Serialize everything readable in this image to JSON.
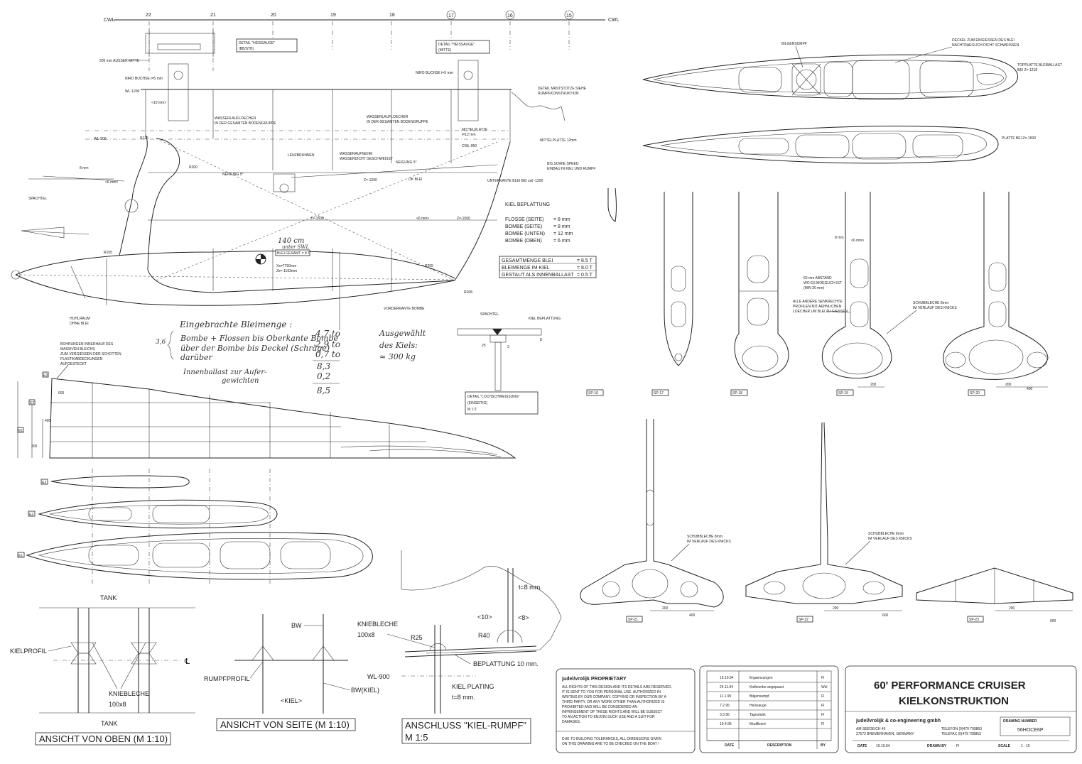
{
  "grid": {
    "cwl": "CWL",
    "stations": [
      "22",
      "21",
      "20",
      "19",
      "18",
      "17",
      "16",
      "15"
    ]
  },
  "details": {
    "heissauge_bbstb_1": "DETAIL \"HEISSAUGE\"",
    "heissauge_bbstb_2": "(BB/STB)",
    "heissauge_mitte_1": "DETAIL \"HEISSAUGE\"",
    "heissauge_mitte_2": "(MITTE)",
    "lochschweissung_1": "DETAIL \"LOCHSCHWEISSUNG\"",
    "lochschweissung_2": "(EINSEITIG)",
    "lochschweissung_3": "M 1:2"
  },
  "side_labels": {
    "aussermitte": "200 mm AUSSER MITTE",
    "wl1200": "WL-1200",
    "wl900": "WL-900",
    "r125": "R125",
    "r200": "R200",
    "r105": "R105",
    "r205": "R205",
    "r208": "R208",
    "spachtel": "SPACHTEL",
    "hohlraum_1": "HOHLRAUM",
    "hohlraum_2": "OHNE BLEI",
    "wasserlauf_left_1": "WASSERLAUFLOECHER",
    "wasserlauf_left_2": "IN DER GESAMTEN BODENGRUPPE",
    "wasserlauf_mid_1": "WASSERLAUFLOECHER",
    "wasserlauf_mid_2": "IN DER GESAMTEN BODENGRUPPE",
    "lenzbrunnen": "LENZBRUNNEN",
    "wasseraufnehmer_1": "WASSERAUFNEHM",
    "wasseraufnehmer_2": "WASSERDICHT GESCHWEISST",
    "neigung_1": "NEIGUNG 5°",
    "neigung_2": "NEIGUNG 5°",
    "ok_blei": "OK BLEI",
    "unterkante_blei": "UNTERKANTE BLEI BEI cwl -1200",
    "vorderkante_bombe": "VORDERKANTE BOMBE",
    "mittelplatte": "MITTELPLATTE",
    "mittelplatte_dim": "t=12 mm",
    "mittelplatte_2": "MITTELPLATTE 12mm",
    "cwl950": "CWL-950",
    "mastst_1": "DETAIL MASTSTÜTZE SIEHE",
    "mastst_2": "RUMPFKONSTRUKTION",
    "bis_speed_1": "BIS SOWIE SPEED",
    "bis_speed_2": "EINBAU IN KIEL UND RUMPF",
    "z1500_a": "Z=-1500",
    "z1500_b": "Z=-1500",
    "z1200": "Z=-1200",
    "gewicht_1": "Xs=7750mm",
    "gewicht_2": "Zs=-1163mm",
    "blei_gesamt": "BLEI GESAMT = 8 T",
    "nirobuchse_1": "NIRO BUCHSE t=5 mm",
    "nirobuchse_2": "NIRO BUCHSE t=5 mm",
    "dim_8mm": "8 mm",
    "dim_6mm": "<6 mm>",
    "dim_10mm": "<10 mm>"
  },
  "kiel_beplattung": {
    "title": "KIEL BEPLATTUNG",
    "rows": [
      {
        "label": "FLOSSE (SEITE)",
        "value": "= 8 mm"
      },
      {
        "label": "BOMBE (SEITE)",
        "value": "= 8 mm"
      },
      {
        "label": "BOMBE (UNTEN)",
        "value": "= 12 mm"
      },
      {
        "label": "BOMBE (OBEN)",
        "value": "= 6 mm"
      }
    ]
  },
  "blei_table": {
    "rows": [
      {
        "label": "GESAMTMENGE BLEI",
        "value": "= 8.5 T"
      },
      {
        "label": "BLEIMENGE IM KIEL",
        "value": "= 8.0 T"
      },
      {
        "label": "GESTAUT ALS INNENBALLAST",
        "value": "= 0.5 T"
      }
    ]
  },
  "handwritten": {
    "marker_note_1": "140 cm",
    "marker_note_2": "unter SWL",
    "title": "Eingebrachte Bleimenge :",
    "line1": "Bombe + Flossen bis Oberkante Bombe",
    "line2": "über der Bombe bis Deckel (Schräge)",
    "line3": "darüber",
    "brace_num": "3,6",
    "val1": "4,7 to",
    "val2": "2,9 to",
    "val3": "0,7 to",
    "sum": "8,3",
    "innen_val": "0,2",
    "total": "8,5",
    "innen_1": "Innenballast zur Aufer-",
    "innen_2": "gewichten",
    "aus_1": "Ausgewählt",
    "aus_2": "des Kiels:",
    "aus_3": "≈ 300 kg"
  },
  "profile_section": {
    "note_1": "BOHRUNGEN INNERHALB DES",
    "note_2": "MASSIVEN BLEICHS",
    "note_3": "ZUM VERGIESSEN DER SCHOTTEN",
    "note_4": "PLASTIKABDECKUNGEN",
    "note_5": "AUFGESTECKT",
    "wl_a": "E3",
    "wl_b": "E2",
    "wl_c": "E1",
    "dim_a": "600",
    "dim_b": "400",
    "dim_c": "200",
    "sec_e3": "E3",
    "sec_e2": "E2",
    "sec_e1": "E1"
  },
  "top_profiles": {
    "bilgensumpf": "BILGENSUMPF",
    "deckel_1": "DECKEL ZUM EINGIESSEN DES BLEI",
    "deckel_2": "NACHTRAEGLICH DICHT SCHWEISSEN",
    "topplatte_1": "TOPPLATTE BLEIBALLAST",
    "topplatte_2": "BEI Z=-1218",
    "platte": "PLATTE BEI Z=-1500"
  },
  "sections_row1": {
    "labels": [
      "SP-16",
      "SP-17",
      "SP-18",
      "SP-19",
      "SP-20"
    ],
    "note_abstand_1": "60 mm ABSTAND",
    "note_abstand_2": "WO ES MOEGLICH IST",
    "note_abstand_3": "(MIN 30 mm)",
    "note_alle_1": "ALLE ANDERE SENKRECHTE",
    "note_alle_2": "PROFILEN MIT AEHNLICHEN",
    "note_alle_3": "LOECHER UM BLEI ZU GIESSEN",
    "note_schub_1": "SCHUBBLECHE 8mm",
    "note_schub_2": "IM VERLAUF DES KNICKS",
    "dim_200": "200",
    "dim_400": "400",
    "dim_6": "<6 mm>",
    "dim_8": "8 mm"
  },
  "sections_row2": {
    "labels": [
      "SP-21",
      "SP-22",
      "SP-23"
    ],
    "schub_a_1": "SCHUBBLECHE 8mm",
    "schub_a_2": "IM VERLAUF DES KNICKS",
    "schub_b_1": "SCHUBBLECHE 8mm",
    "schub_b_2": "IM VERLAUF DES KNICKS",
    "dim_200": "200",
    "dim_400": "400",
    "dim_600": "600"
  },
  "lochschweiss": {
    "spachtel": "SPACHTEL",
    "kiel_beplattung": "KIEL BEPLATTUNG",
    "dim_25": "25",
    "dim_8": "8",
    "dim_3": "3"
  },
  "bottom_views": {
    "tank_top": "TANK",
    "tank_bottom": "TANK",
    "kielprofil": "KIELPROFIL",
    "knieb_1": "KNIEBLECHE",
    "knieb_2": "100x8",
    "cl": "℄",
    "oben_title": "ANSICHT VON OBEN (M 1:10)",
    "bw": "BW",
    "rumpfprofil": "RUMPFPROFIL",
    "bw_kiel": "BW(KIEL)",
    "kiel_tag": "<KIEL>",
    "seite_title": "ANSICHT VON SEITE (M 1:10)",
    "kniebleche_1": "KNIEBLECHE",
    "kniebleche_2": "100x8",
    "r25": "R25",
    "r40": "R40",
    "wl900": "WL-900",
    "t8": "t=8 mm.",
    "tag10": "<10>",
    "tag8": "<8>",
    "beplattung": "BEPLATTUNG 10 mm.",
    "kiel_plating_1": "KIEL PLATING",
    "kiel_plating_2": "t=8 mm.",
    "anschluss_1": "ANSCHLUSS \"KIEL-RUMPF\"",
    "anschluss_2": "M 1:5"
  },
  "proprietary": {
    "title": "judel/vrolijk PROPRIETARY",
    "body_1": "ALL RIGHTS OF THIS DESIGN AND ITS DETAILS ARE RESERVED.",
    "body_2": "IT IS SENT TO YOU FOR PERSONAL USE. AUTHORIZED IN",
    "body_3": "WRITING BY OUR COMPANY. COPYING OR INSPECTION BY A",
    "body_4": "THIRD PARTY, OR ANY WORK OTHER THAN AUTHORIZED IS",
    "body_5": "PROHIBITED AND WILL BE CONSIDERED AN",
    "body_6": "INFRINGEMENT OF THESE RIGHTS AND WILL BE SUBJECT",
    "body_7": "TO AN ACTION TO ENJOIN SUCH USE AND A SUIT FOR",
    "body_8": "DAMAGES.",
    "tol_1": "DUE TO BUILDING TOLERANCES, ALL DIMENSIONS GIVEN",
    "tol_2": "ON THIS DRAWING ARE TO BE CHECKED ON THE BOAT !"
  },
  "revisions": {
    "rows": [
      {
        "date": "19.10.94",
        "desc": "Ergaenzungen",
        "by": "Fl"
      },
      {
        "date": "24.11.94",
        "desc": "Kielbombe angepasst",
        "by": "Wol"
      },
      {
        "date": "11.1.95",
        "desc": "Bilgensumpf",
        "by": "Fl"
      },
      {
        "date": "7.2.95",
        "desc": "Heissauge",
        "by": "Fl"
      },
      {
        "date": "3.3.95",
        "desc": "Tagestank",
        "by": "Fl"
      },
      {
        "date": "19.4.95",
        "desc": "Modifiziert",
        "by": "Fl"
      }
    ],
    "col_date": "DATE",
    "col_desc": "DESCRIPTION",
    "col_by": "BY"
  },
  "title_block": {
    "title_1": "60' PERFORMANCE CRUISER",
    "title_2": "KIELKONSTRUKTION",
    "company": "judel/vrolijk & co-engineering gmbh",
    "addr_1": "AM SEEDEICH 45",
    "addr_2": "27572 BREMERHAVEN, GERMANY",
    "tel_1": "TELEFON (0)479 799860",
    "tel_2": "TELEFAX (0)479 799863",
    "dn_label": "DRAWING NUMBER",
    "dn_value": "56HOCE6P",
    "date_label": "DATE",
    "date_value": "19.10.94",
    "drawn_label": "DRAWN BY",
    "drawn_value": "Fl",
    "scale_label": "SCALE",
    "scale_value": "1 : 10"
  }
}
